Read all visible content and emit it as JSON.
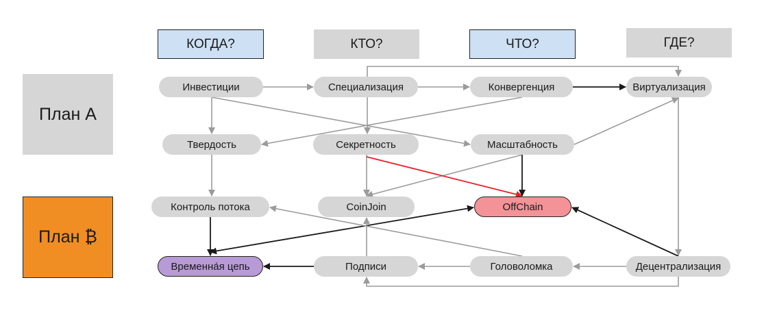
{
  "columns": [
    {
      "id": "when",
      "label": "КОГДА?",
      "style": "blue"
    },
    {
      "id": "who",
      "label": "КТО?",
      "style": "gray"
    },
    {
      "id": "what",
      "label": "ЧТО?",
      "style": "blue"
    },
    {
      "id": "where",
      "label": "ГДЕ?",
      "style": "gray"
    }
  ],
  "plans": [
    {
      "id": "plan-a",
      "label": "План A",
      "color": "#d6d6d6"
    },
    {
      "id": "plan-b",
      "label": "План ₿",
      "color": "#f08e24"
    }
  ],
  "nodes": {
    "investments": {
      "label": "Инвестиции"
    },
    "specialization": {
      "label": "Специализация"
    },
    "convergence": {
      "label": "Конвергенция"
    },
    "virtualization": {
      "label": "Виртуализация"
    },
    "hardness": {
      "label": "Твердость"
    },
    "secrecy": {
      "label": "Секретность"
    },
    "scalability": {
      "label": "Масштабность"
    },
    "flow_control": {
      "label": "Контроль потока"
    },
    "coinjoin": {
      "label": "CoinJoin"
    },
    "offchain": {
      "label": "OffChain",
      "highlight": "#f39297"
    },
    "timechain": {
      "label": "Временна́я цепь",
      "highlight": "#b79ad6"
    },
    "signatures": {
      "label": "Подписи"
    },
    "puzzle": {
      "label": "Головоломка"
    },
    "decentralization": {
      "label": "Децентрализация"
    }
  },
  "edges": [
    {
      "from": "investments",
      "to": "specialization",
      "color": "gray"
    },
    {
      "from": "specialization",
      "to": "convergence",
      "color": "gray"
    },
    {
      "from": "convergence",
      "to": "virtualization",
      "color": "black"
    },
    {
      "from": "specialization",
      "to": "virtualization",
      "color": "gray",
      "route": "over-top"
    },
    {
      "from": "investments",
      "to": "hardness",
      "color": "gray"
    },
    {
      "from": "investments",
      "to": "scalability",
      "color": "gray"
    },
    {
      "from": "convergence",
      "to": "hardness",
      "color": "gray"
    },
    {
      "from": "specialization",
      "to": "secrecy",
      "color": "gray"
    },
    {
      "from": "scalability",
      "to": "virtualization",
      "color": "gray"
    },
    {
      "from": "hardness",
      "to": "flow_control",
      "color": "gray"
    },
    {
      "from": "secrecy",
      "to": "coinjoin",
      "color": "gray"
    },
    {
      "from": "scalability",
      "to": "coinjoin",
      "color": "gray"
    },
    {
      "from": "secrecy",
      "to": "offchain",
      "color": "red"
    },
    {
      "from": "scalability",
      "to": "offchain",
      "color": "black"
    },
    {
      "from": "virtualization",
      "to": "decentralization",
      "color": "gray"
    },
    {
      "from": "flow_control",
      "to": "timechain",
      "color": "black"
    },
    {
      "from": "timechain",
      "to": "offchain",
      "color": "black",
      "bidirectional": true
    },
    {
      "from": "puzzle",
      "to": "flow_control",
      "color": "gray"
    },
    {
      "from": "signatures",
      "to": "coinjoin",
      "color": "gray"
    },
    {
      "from": "signatures",
      "to": "timechain",
      "color": "black"
    },
    {
      "from": "puzzle",
      "to": "signatures",
      "color": "gray"
    },
    {
      "from": "decentralization",
      "to": "puzzle",
      "color": "gray"
    },
    {
      "from": "decentralization",
      "to": "offchain",
      "color": "black"
    },
    {
      "from": "decentralization",
      "to": "signatures",
      "color": "gray",
      "route": "under-bottom"
    }
  ],
  "colors": {
    "gray": "#9b9b9b",
    "black": "#1a1a1a",
    "red": "#e8202a"
  }
}
